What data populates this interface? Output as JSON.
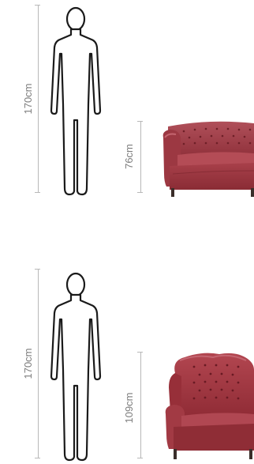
{
  "comparisons": [
    {
      "person_height_label": "170cm",
      "chair_height_label": "76cm",
      "chair_style": "tufted club armchair",
      "chair_color": "#a03a44"
    },
    {
      "person_height_label": "170cm",
      "chair_height_label": "109cm",
      "chair_style": "wingback chesterfield armchair",
      "chair_color": "#a6323c"
    }
  ],
  "colors": {
    "outline": "#1a1a1a",
    "guide": "#b8b8b8",
    "label": "#7d7d7d",
    "leg": "#3a2e2a"
  }
}
